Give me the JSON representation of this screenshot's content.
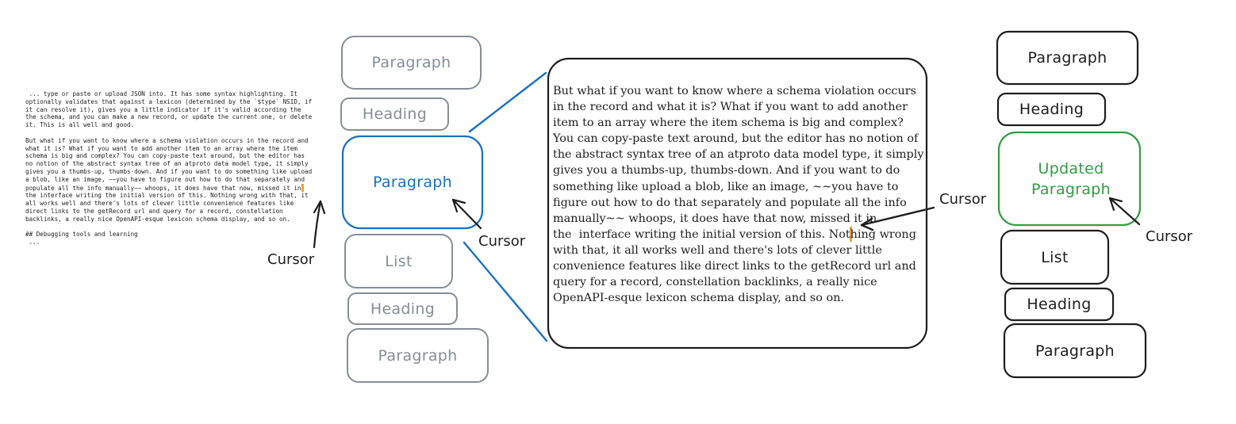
{
  "raw_markdown": {
    "text_before_caret": " ... type or paste or upload JSON into. It has some syntax highlighting. It\noptionally validates that against a lexicon (determined by the `$type` NSID, if\nit can resolve it), gives you a little indicator if it's valid according the\nthe schema, and you can make a new record, or update the current one, or delete\nit. This is all well and good.\n\nBut what if you want to know where a schema violation occurs in the record and\nwhat it is? What if you want to add another item to an array where the item\nschema is big and complex? You can copy-paste text around, but the editor has\nno notion of the abstract syntax tree of an atproto data model type, it simply\ngives you a thumbs-up, thumbs-down. And if you want to do something like upload\na blob, like an image, ~~you have to figure out how to do that separately and\npopulate all the info manually~~ whoops, it does have that now, missed it in",
    "text_after_caret": "\nthe interface writing the initial version of this. Nothing wrong with that, it\nall works well and there's lots of clever little convenience features like\ndirect links to the getRecord url and query for a record, constellation\nbacklinks, a really nice OpenAPI-esque lexicon schema display, and so on.\n\n## Debugging tools and learning\n ..."
  },
  "middle_blocks": [
    "Paragraph",
    "Heading",
    "Paragraph",
    "List",
    "Heading",
    "Paragraph"
  ],
  "zoom_text": {
    "before_caret": "But what if you want to know where a schema violation occurs in the record and what it is? What if you want to add another item to an array where the item schema is big and complex? You can copy-paste text around, but the editor has no notion of the abstract syntax tree of an atproto data model type, it simply gives you a thumbs-up, thumbs-down. And if you want to do something like upload a blob, like an image, ~~you have to figure out how to do that separately and populate all the info manually~~ whoops, it does have that now, missed it in the",
    "after_caret": "interface writing the initial version of this. Nothing wrong with that, it all works well and there's lots of clever little convenience features like direct links to the getRecord url and query for a record, constellation backlinks, a really nice OpenAPI-esque lexicon schema display, and so on."
  },
  "right_blocks": [
    "Paragraph",
    "Heading",
    "Updated Paragraph",
    "List",
    "Heading",
    "Paragraph"
  ],
  "cursor_label": "Cursor",
  "colors": {
    "ink": "#1e1e1e",
    "gray": "#868e96",
    "blue": "#1971c2",
    "green": "#2f9e44",
    "caret": "#f5a12a"
  }
}
